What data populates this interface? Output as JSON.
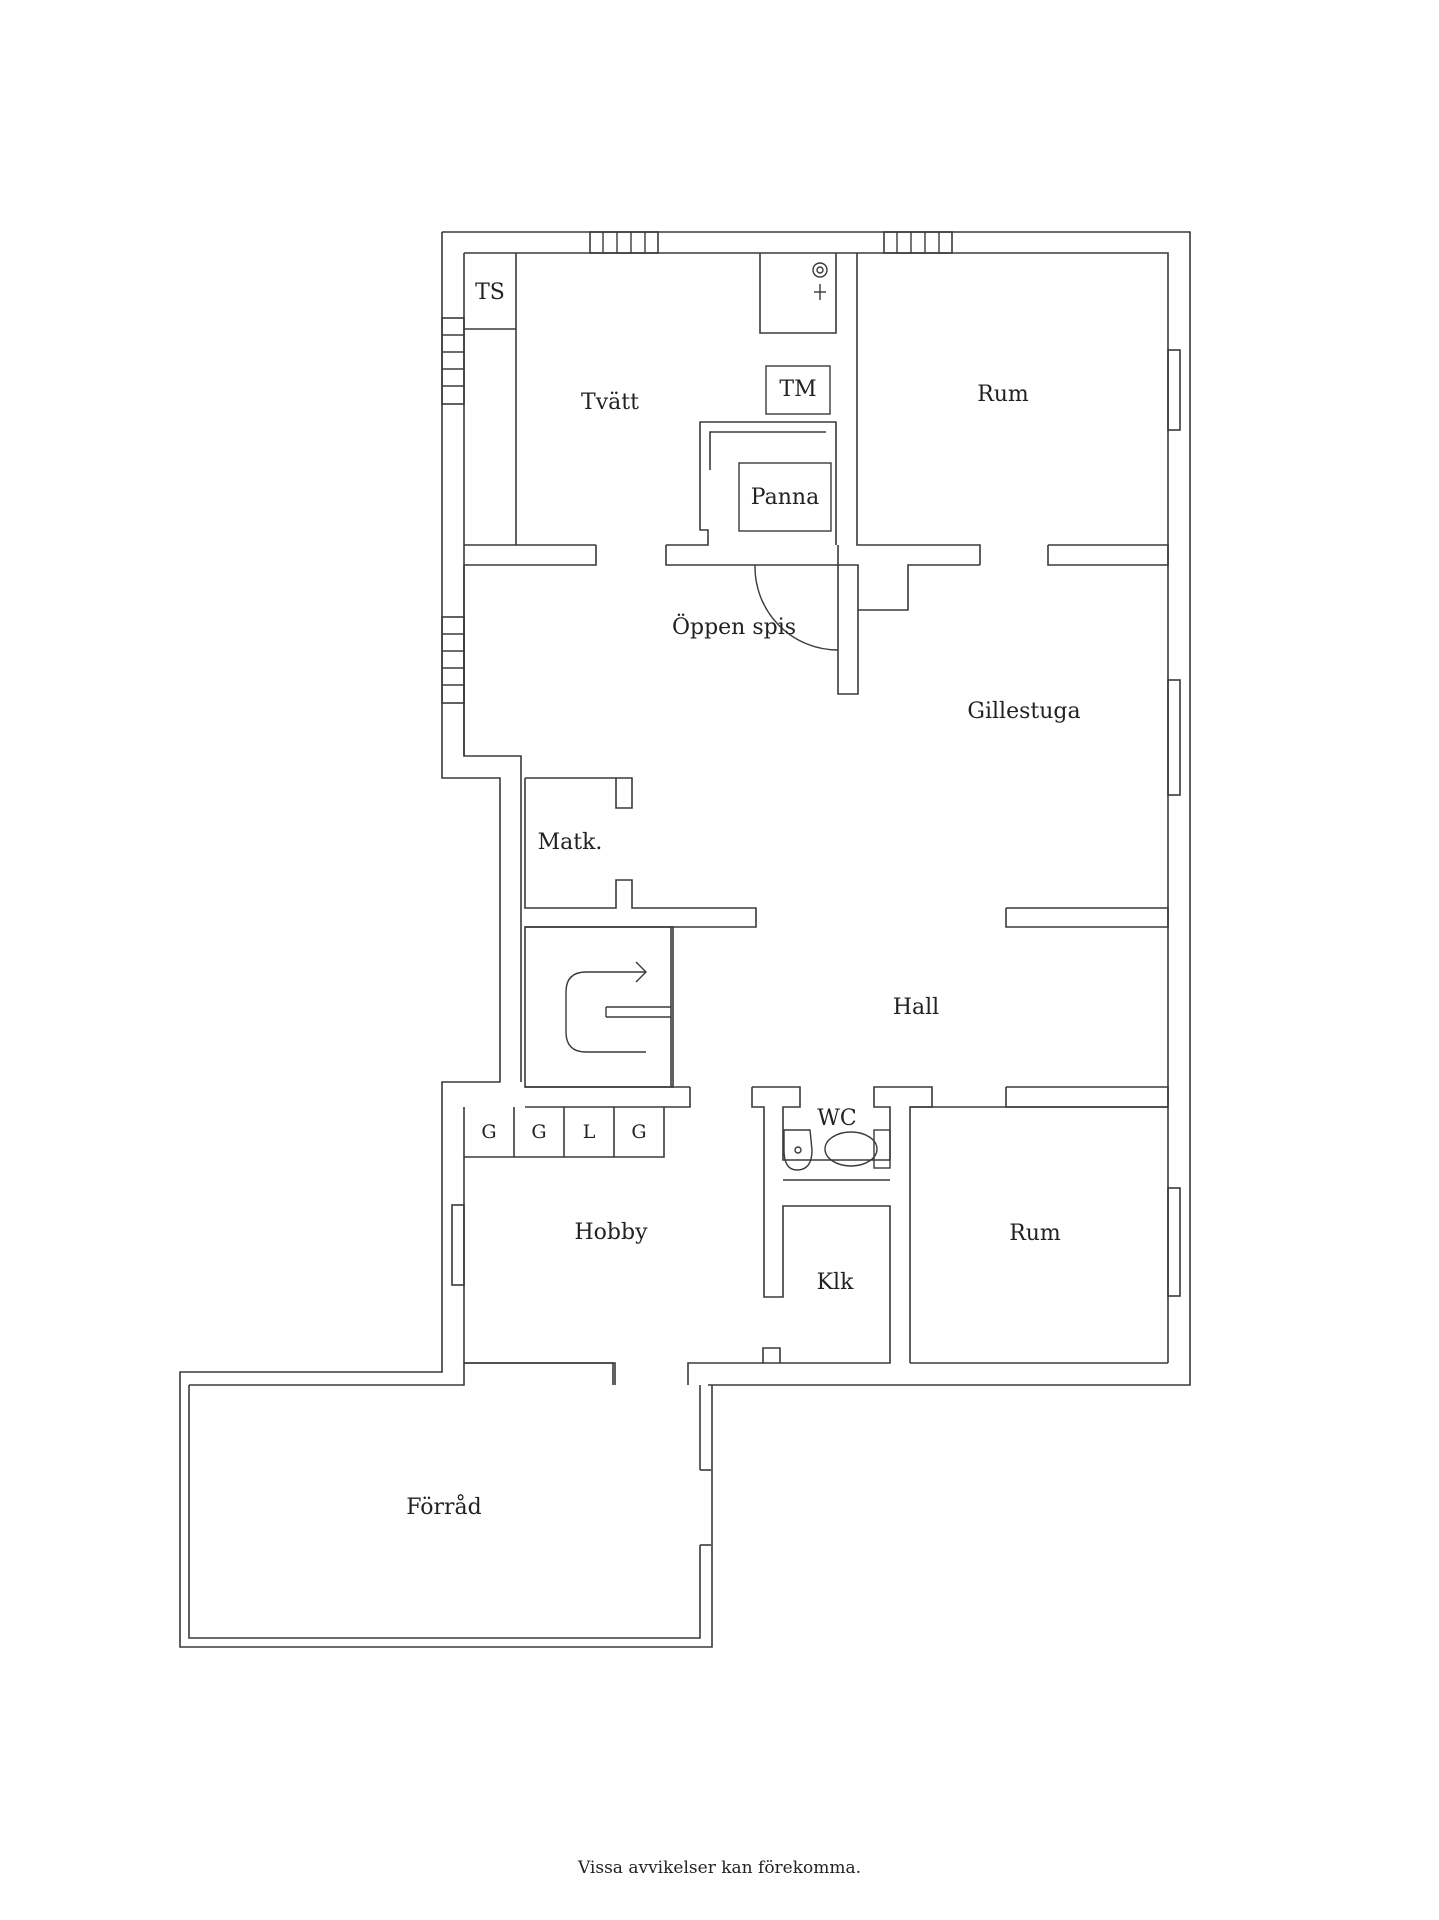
{
  "rooms": {
    "ts": "TS",
    "tvatt": "Tvätt",
    "tm": "TM",
    "panna": "Panna",
    "rum_top": "Rum",
    "oppen_spis": "Öppen spis",
    "gillestuga": "Gillestuga",
    "matk": "Matk.",
    "hall": "Hall",
    "wc": "WC",
    "g1": "G",
    "g2": "G",
    "l": "L",
    "g3": "G",
    "hobby": "Hobby",
    "klk": "Klk",
    "rum_bottom": "Rum",
    "forrad": "Förråd"
  },
  "disclaimer": "Vissa avvikelser kan förekomma."
}
